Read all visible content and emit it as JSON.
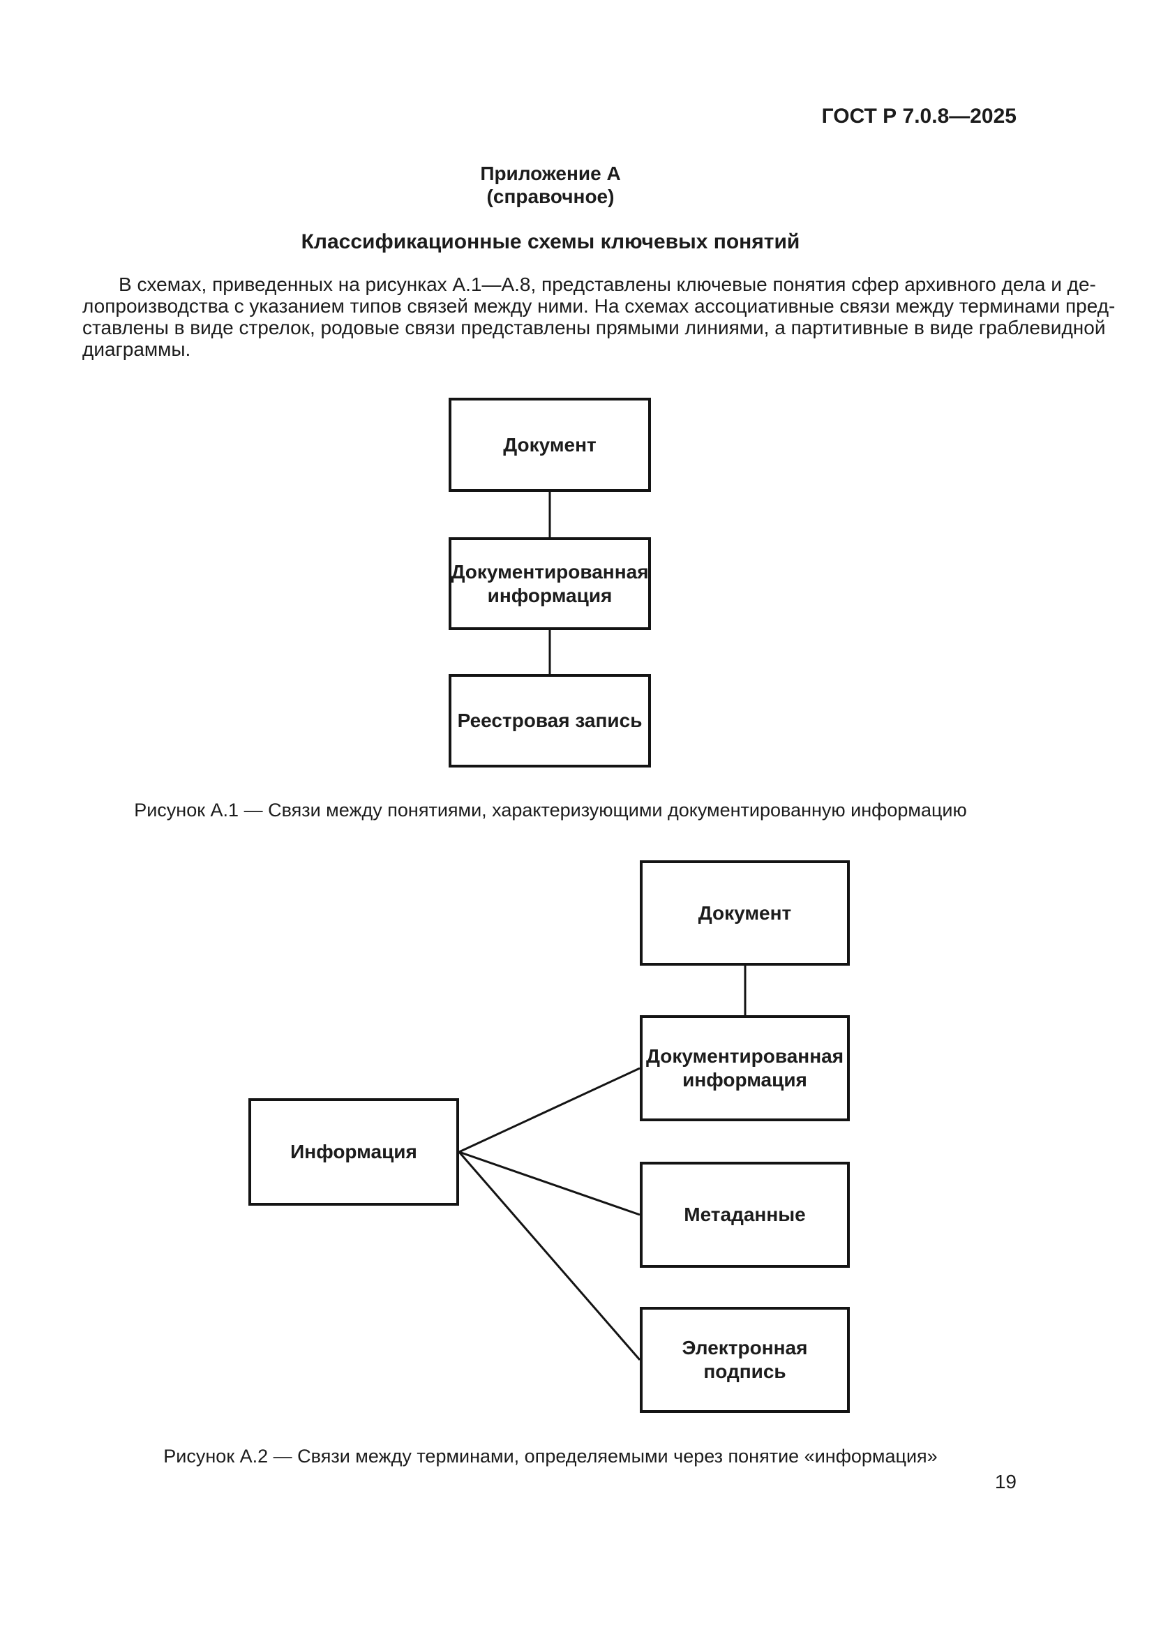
{
  "page": {
    "header": "ГОСТ Р 7.0.8—2025",
    "page_number": "19"
  },
  "appendix": {
    "label": "Приложение А",
    "note": "(справочное)",
    "title": "Классификационные схемы ключевых понятий"
  },
  "paragraph": {
    "lines": [
      "В схемах, приведенных на рисунках А.1—А.8, представлены ключевые понятия сфер архивного дела и де-",
      "лопроизводства с указанием типов связей между ними. На схемах ассоциативные связи между терминами пред-",
      "ставлены в виде стрелок, родовые связи представлены прямыми линиями, а партитивные в виде граблевидной",
      "диаграммы."
    ]
  },
  "figure_a1": {
    "boxes": [
      {
        "label": "Документ"
      },
      {
        "label": "Документированная\nинформация"
      },
      {
        "label": "Реестровая запись"
      }
    ],
    "caption": "Рисунок А.1 — Связи между понятиями, характеризующими документированную информацию"
  },
  "figure_a2": {
    "boxes": {
      "dokument": "Документ",
      "dok_informacia": "Документированная\nинформация",
      "informacia": "Информация",
      "metadannye": "Метаданные",
      "el_podpis": "Электронная\nподпись"
    },
    "caption": "Рисунок А.2 — Связи между терминами, определяемыми через понятие «информация»"
  },
  "colors": {
    "ink": "#1c1c1c",
    "box_border": "#141414",
    "background": "#ffffff"
  }
}
